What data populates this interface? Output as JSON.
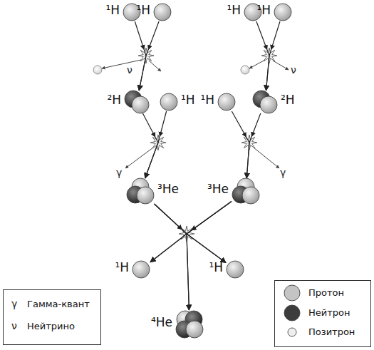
{
  "diagram": {
    "nodes": [
      {
        "text": [
          "¹H"
        ]
      },
      {
        "text": [
          "¹H"
        ]
      },
      {
        "text": [
          "¹H"
        ]
      },
      {
        "text": [
          "¹H"
        ]
      },
      {
        "text": [
          "²H"
        ]
      },
      {
        "text": [
          "¹H"
        ]
      },
      {
        "text": [
          "¹H"
        ]
      },
      {
        "text": [
          "²H"
        ]
      },
      {
        "text": [
          "³He"
        ]
      },
      {
        "text": [
          "³He"
        ]
      },
      {
        "text": [
          "¹H"
        ]
      },
      {
        "text": [
          "¹H"
        ]
      },
      {
        "text": [
          "⁴He"
        ]
      }
    ],
    "edges": [
      {
        "from": 0,
        "to": 4,
        "arrow": "to"
      },
      {
        "from": 1,
        "to": 4,
        "arrow": "to"
      },
      {
        "from": 2,
        "to": 7,
        "arrow": "to"
      },
      {
        "from": 3,
        "to": 7,
        "arrow": "to"
      },
      {
        "from": 4,
        "to": 8,
        "arrow": "to"
      },
      {
        "from": 5,
        "to": 8,
        "arrow": "to"
      },
      {
        "from": 6,
        "to": 9,
        "arrow": "to"
      },
      {
        "from": 7,
        "to": 9,
        "arrow": "to"
      },
      {
        "from": 8,
        "to": 10,
        "arrow": "to"
      },
      {
        "from": 8,
        "to": 11,
        "arrow": "to"
      },
      {
        "from": 8,
        "to": 12,
        "arrow": "to"
      },
      {
        "from": 9,
        "to": 10,
        "arrow": "to"
      },
      {
        "from": 9,
        "to": 11,
        "arrow": "to"
      },
      {
        "from": 9,
        "to": 12,
        "arrow": "to"
      }
    ],
    "labels": [
      "ν",
      "ν",
      "γ",
      "γ",
      "γ",
      "ν"
    ],
    "legend": [
      {
        "text": "Гамма-квант"
      },
      {
        "text": "Нейтрино"
      },
      {
        "text": "Протон",
        "color": "#c4c4c4"
      },
      {
        "text": "Нейтрон",
        "color": "#3c3c3c"
      },
      {
        "text": "Позитрон",
        "color": "#eeeeee"
      }
    ]
  }
}
